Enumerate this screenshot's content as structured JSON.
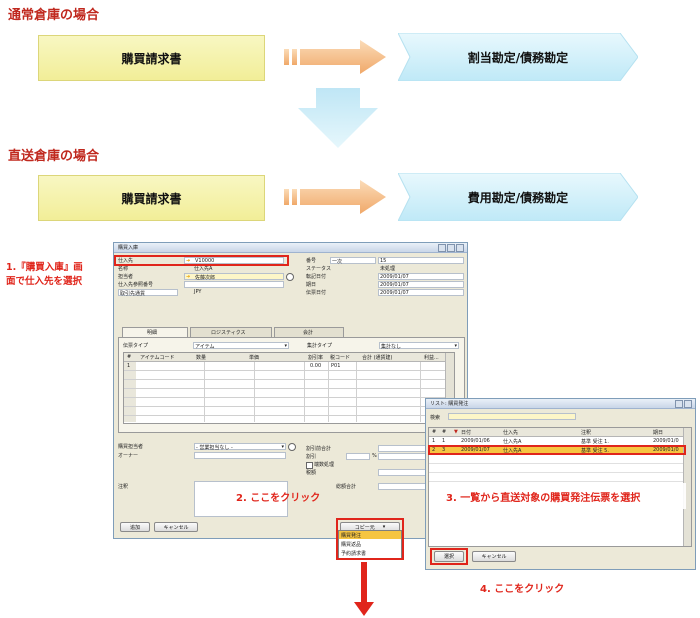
{
  "top_section": {
    "heading": "通常倉庫の場合",
    "left_box": "購買請求書",
    "right_box": "割当勘定/債務勘定"
  },
  "bottom_section": {
    "heading": "直送倉庫の場合",
    "left_box": "購買請求書",
    "right_box": "費用勘定/債務勘定"
  },
  "callouts": {
    "step1_line1": "1.『購買入庫』画",
    "step1_line2": "面で仕入先を選択",
    "step2": "2. ここをクリック",
    "step3": "3. 一覧から直送対象の購買発注伝票を選択",
    "step4": "4. ここをクリック"
  },
  "main_window": {
    "title": "購買入庫",
    "header_left": [
      {
        "label": "仕入先",
        "value": "V10000"
      },
      {
        "label": "名称",
        "value": "仕入先A"
      },
      {
        "label": "担当者",
        "value": "佐藤次郎"
      },
      {
        "label": "仕入先参照番号",
        "value": ""
      },
      {
        "label": "取引先通貨",
        "value": "JPY"
      }
    ],
    "header_right": [
      {
        "label": "番号",
        "value": "一次",
        "value2": "15"
      },
      {
        "label": "ステータス",
        "value": "未処理"
      },
      {
        "label": "転記日付",
        "value": "2009/01/07"
      },
      {
        "label": "期日",
        "value": "2009/01/07"
      },
      {
        "label": "伝票日付",
        "value": "2009/01/07"
      }
    ],
    "tabs": [
      "明細",
      "ロジスティクス",
      "会計"
    ],
    "item_type_label": "伝票タイプ",
    "item_type_value": "アイテム",
    "summary_type_label": "集計タイプ",
    "summary_type_value": "集計なし",
    "grid_columns": [
      "#",
      "アイテムコード",
      "数量",
      "単価",
      "割引率",
      "税コード",
      "合計 (通貨建)",
      "利益..."
    ],
    "grid_first_row": {
      "num": "1",
      "discount": "0.00",
      "tax": "P01"
    },
    "buyer_label": "購買担当者",
    "buyer_value": "- 営業担当なし -",
    "owner_label": "オーナー",
    "remarks_label": "注釈",
    "summary_labels": [
      "割引前合計",
      "割引",
      "端数処理",
      "税額",
      "総額合計"
    ],
    "percent": "%",
    "add_button": "追加",
    "cancel_button": "キャンセル",
    "copy_from_button": "コピー元",
    "dropdown_items": [
      "購買発注",
      "購買返品",
      "予約請求書"
    ]
  },
  "list_window": {
    "title": "リスト: 購買発注",
    "search_label": "検索",
    "columns": [
      "#",
      "#",
      "日付",
      "仕入先",
      "注釈",
      "期日"
    ],
    "rows": [
      {
        "n": "1",
        "doc": "1",
        "date": "2009/01/06",
        "vendor": "仕入先A",
        "remarks": "基準 受注 1.",
        "due": "2009/01/0"
      },
      {
        "n": "2",
        "doc": "3",
        "date": "2009/01/07",
        "vendor": "仕入先A",
        "remarks": "基準 受注 5.",
        "due": "2009/01/0"
      }
    ],
    "select_button": "選択",
    "cancel_button": "キャンセル"
  },
  "colors": {
    "accent_red": "#e0251b",
    "heading_red": "#c0281e",
    "panel_yellow": "#f2ee98",
    "panel_blue": "#cfeef9",
    "arrow_orange": "#f4b77e"
  }
}
